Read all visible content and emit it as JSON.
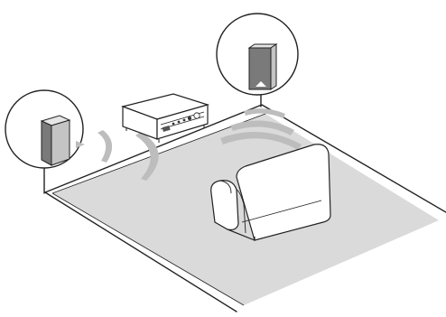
{
  "diagram": {
    "kind": "room-layout-illustration",
    "components": [
      {
        "id": "left-speaker",
        "icon": "speaker-icon",
        "callout": "circle-callout"
      },
      {
        "id": "right-speaker",
        "icon": "subwoofer-icon",
        "callout": "circle-callout"
      },
      {
        "id": "av-receiver",
        "icon": "receiver-icon"
      },
      {
        "id": "sofa",
        "icon": "sofa-icon"
      }
    ],
    "colors": {
      "floor": "#dadada",
      "outline": "#222222",
      "speaker_dark": "#7a7a7a",
      "speaker_light": "#c4c4c4",
      "sound_wave": "#bdbdbd",
      "background": "#ffffff"
    }
  }
}
